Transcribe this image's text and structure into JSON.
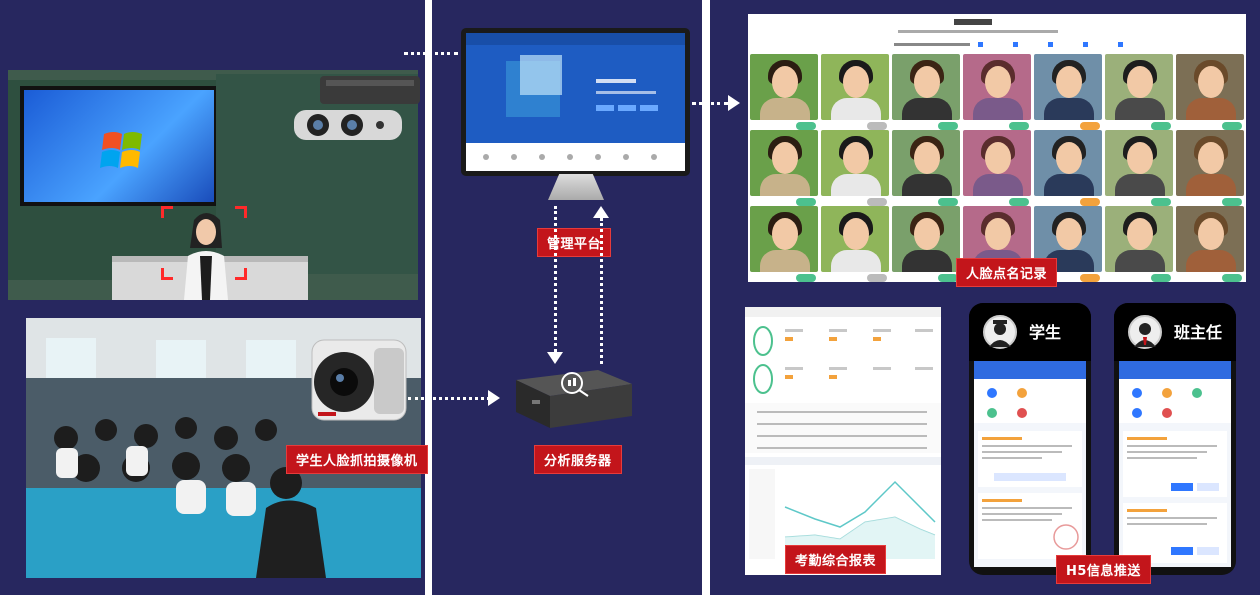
{
  "labels": {
    "management_platform": "管理平台",
    "face_roll_call": "人脸点名记录",
    "capture_camera": "学生人脸抓拍摄像机",
    "analysis_server": "分析服务器",
    "attendance_report": "考勤综合报表",
    "h5_push": "H5信息推送"
  },
  "phones": {
    "student_title": "学生",
    "teacher_title": "班主任"
  },
  "colors": {
    "panel_bg": "#27275f",
    "label_bg": "#c3151b",
    "focus_frame": "#ff2a2a"
  },
  "icons": [
    "projector-camera-icon",
    "dome-camera-icon",
    "analysis-server-icon",
    "monitor-icon",
    "student-avatar-icon",
    "teacher-avatar-icon"
  ]
}
